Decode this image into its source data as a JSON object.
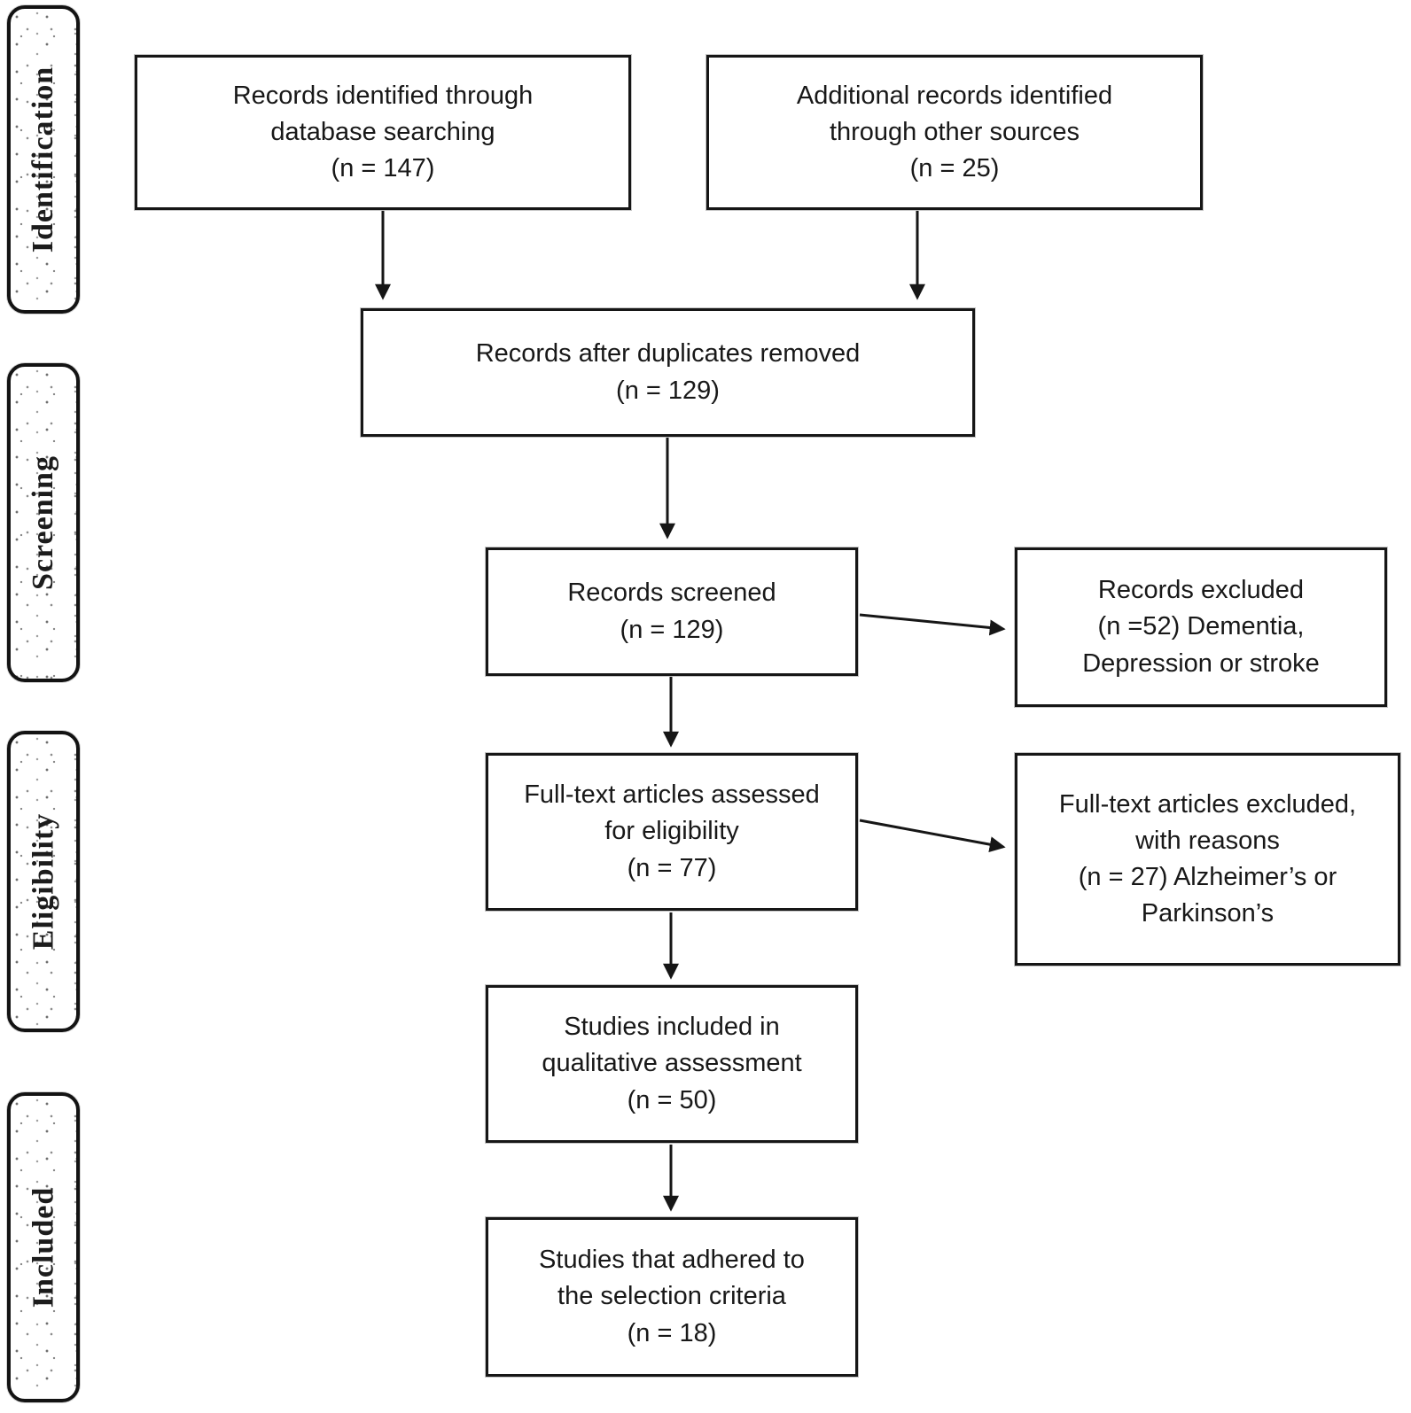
{
  "diagram": {
    "kind": "prisma-flow",
    "ink_color": "#161616",
    "paper_color": "#ffffff"
  },
  "stages": [
    {
      "label": "Identification"
    },
    {
      "label": "Screening"
    },
    {
      "label": "Eligibility"
    },
    {
      "label": "Included"
    }
  ],
  "flow": {
    "boxes": [
      {
        "id": "records-identified",
        "text": "Records identified through\ndatabase searching\n(n = 147)",
        "n": 147
      },
      {
        "id": "additional-records",
        "text": "Additional records identified\nthrough other sources\n(n = 25)",
        "n": 25
      },
      {
        "id": "after-duplicates",
        "text": "Records after duplicates removed\n(n = 129)",
        "n": 129
      },
      {
        "id": "records-screened",
        "text": "Records screened\n(n = 129)",
        "n": 129
      },
      {
        "id": "records-excluded",
        "text": "Records excluded\n(n =52) Dementia,\nDepression or stroke",
        "n": 52
      },
      {
        "id": "fulltext-assessed",
        "text": "Full-text articles assessed\nfor eligibility\n(n = 77)",
        "n": 77
      },
      {
        "id": "fulltext-excluded",
        "text": "Full-text articles excluded,\nwith reasons\n(n = 27) Alzheimer’s or\nParkinson’s",
        "n": 27
      },
      {
        "id": "qualitative-included",
        "text": "Studies included in\nqualitative assessment\n(n = 50)",
        "n": 50
      },
      {
        "id": "selection-criteria",
        "text": "Studies that adhered to\nthe selection criteria\n(n = 18)",
        "n": 18
      }
    ],
    "connections": [
      {
        "from": "records-identified",
        "to": "after-duplicates"
      },
      {
        "from": "additional-records",
        "to": "after-duplicates"
      },
      {
        "from": "after-duplicates",
        "to": "records-screened"
      },
      {
        "from": "records-screened",
        "to": "records-excluded"
      },
      {
        "from": "records-screened",
        "to": "fulltext-assessed"
      },
      {
        "from": "fulltext-assessed",
        "to": "fulltext-excluded"
      },
      {
        "from": "fulltext-assessed",
        "to": "qualitative-included"
      },
      {
        "from": "qualitative-included",
        "to": "selection-criteria"
      }
    ]
  }
}
